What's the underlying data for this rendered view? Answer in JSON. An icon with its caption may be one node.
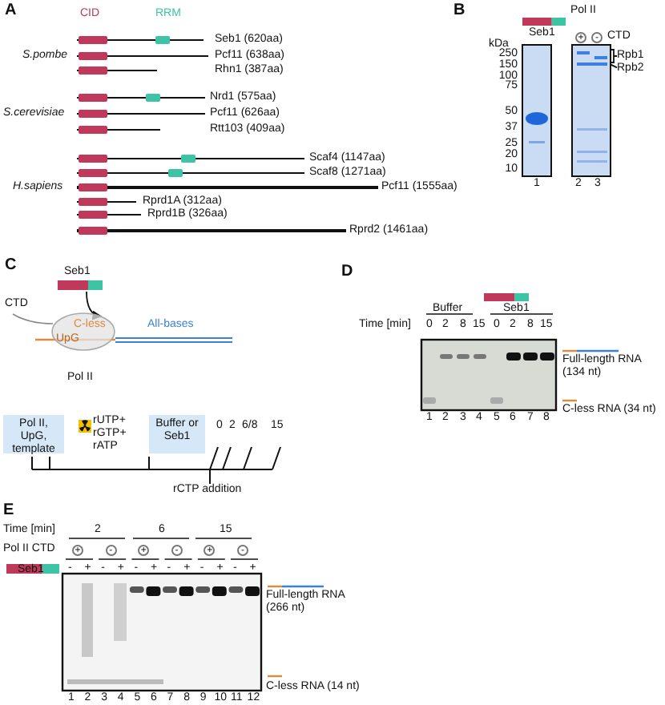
{
  "diagram": {
    "nodes": [
      {
        "text": [
          "Seb1"
        ]
      },
      {
        "text": [
          "UpG",
          "Pol II"
        ]
      },
      {
        "text": [
          "Pol II, UpG, template"
        ]
      },
      {
        "text": [
          "Buffer or Seb1"
        ]
      },
      {
        "text": [
          "Rpb1"
        ]
      },
      {
        "text": [
          "Rpb2"
        ]
      },
      {
        "text": [],
        "shape": "picture"
      }
    ],
    "edges": [
      {
        "from": 0,
        "to": 1,
        "arrow": "to"
      },
      {
        "from": 4,
        "to": 6,
        "arrow": "none"
      },
      {
        "from": 5,
        "to": 6,
        "arrow": "none"
      }
    ],
    "labels": [
      "A",
      "CID",
      "RRM",
      "Seb1 (620aa)",
      "S.pombe",
      "Pcf11 (638aa)",
      "Rhn1 (387aa)",
      "Nrd1 (575aa)",
      "S.cerevisiae",
      "Pcf11 (626aa)",
      "Rtt103 (409aa)",
      "Scaf4 (1147aa)",
      "Scaf8 (1271aa)",
      "H.sapiens",
      "Pcf11 (1555aa)",
      "Rprd1A (312aa)",
      "Rprd1B (326aa)",
      "Rprd2 (1461aa)",
      "B",
      "Pol II",
      "Seb1",
      "+",
      "-",
      "CTD",
      "kDa",
      "250",
      "150",
      "100",
      "75",
      "50",
      "37",
      "25",
      "20",
      "10",
      "1",
      "2",
      "3",
      "C",
      "CTD",
      "C-less",
      "All-bases",
      "rUTP+ rGTP+ rATP",
      "0",
      "2",
      "6/8",
      "15",
      "rCTP addition",
      "D",
      "Buffer",
      "Seb1",
      "Time [min]",
      "0",
      "2",
      "8",
      "15",
      "0",
      "2",
      "8",
      "15",
      "Full-length RNA (134 nt)",
      "C-less RNA (34 nt)",
      "1",
      "2",
      "3",
      "4",
      "5",
      "6",
      "7",
      "8",
      "E",
      "Time [min]",
      "2",
      "6",
      "15",
      "Pol II CTD",
      "+",
      "-",
      "+",
      "-",
      "+",
      "-",
      "Seb1",
      "-",
      "+",
      "-",
      "+",
      "-",
      "+",
      "-",
      "+",
      "-",
      "+",
      "-",
      "+",
      "Full-length RNA (266 nt)",
      "C-less RNA (14 nt)",
      "1",
      "2",
      "3",
      "4",
      "5",
      "6",
      "7",
      "8",
      "9",
      "10",
      "11",
      "12"
    ]
  }
}
